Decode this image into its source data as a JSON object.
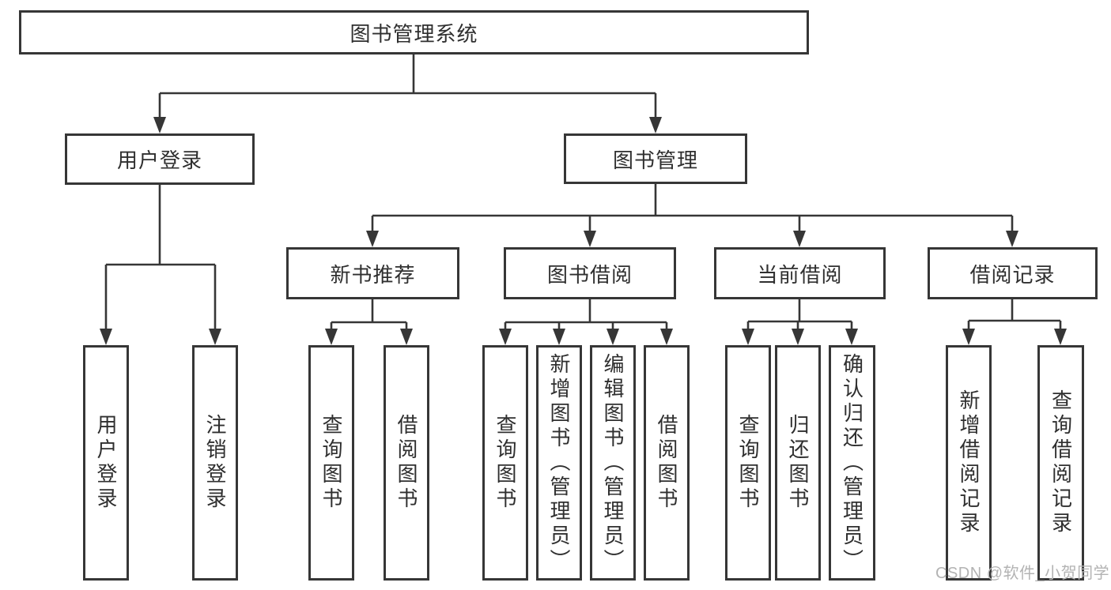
{
  "diagram": {
    "root": {
      "label": "图书管理系统"
    },
    "level2": {
      "user_login": {
        "label": "用户登录"
      },
      "book_mgmt": {
        "label": "图书管理"
      }
    },
    "level3": {
      "new_rec": {
        "label": "新书推荐"
      },
      "book_borrow": {
        "label": "图书借阅"
      },
      "cur_borrow": {
        "label": "当前借阅"
      },
      "borrow_rec": {
        "label": "借阅记录"
      }
    },
    "leaves": {
      "login": {
        "label": "用户登录"
      },
      "logout": {
        "label": "注销登录"
      },
      "rec_query": {
        "label": "查询图书"
      },
      "rec_borrow": {
        "label": "借阅图书"
      },
      "bb_query": {
        "label": "查询图书"
      },
      "bb_add": {
        "label": "新增图书（管理员）"
      },
      "bb_edit": {
        "label": "编辑图书（管理员）"
      },
      "bb_borrow": {
        "label": "借阅图书"
      },
      "cb_query": {
        "label": "查询图书"
      },
      "cb_return": {
        "label": "归还图书"
      },
      "cb_confirm": {
        "label": "确认归还（管理员）"
      },
      "br_add": {
        "label": "新增借阅记录"
      },
      "br_query": {
        "label": "查询借阅记录"
      }
    }
  },
  "watermark": {
    "text": "CSDN @软件_小贺同学"
  },
  "colors": {
    "line": "#363636",
    "box_fill": "#ffffff",
    "text": "#2f2f2f",
    "watermark": "#b3b3b3"
  }
}
